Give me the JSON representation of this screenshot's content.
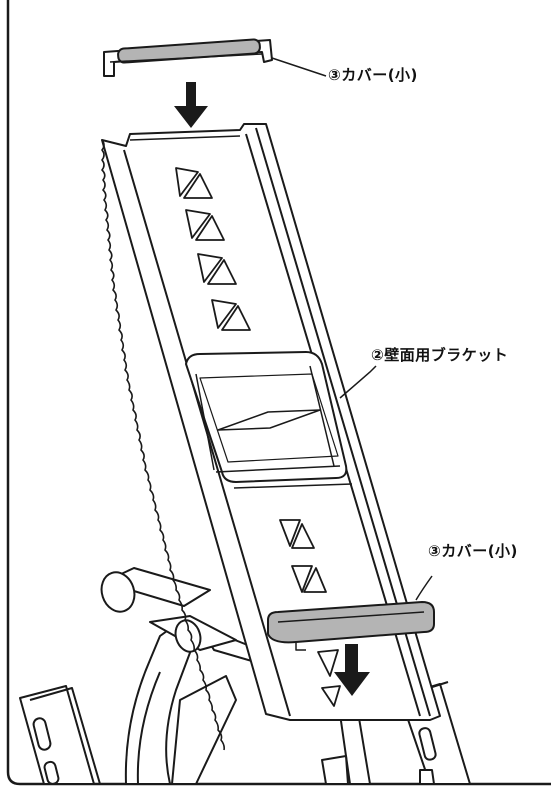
{
  "labels": {
    "cover_small_top": "③カバー(小)",
    "wall_bracket": "②壁面用ブラケット",
    "cover_small_bottom": "③カバー(小)"
  },
  "colors": {
    "line": "#1a1a1a",
    "cover_fill": "#b4b4b4",
    "paper": "#ffffff"
  },
  "icons": {
    "arrow_top": "down-arrow-icon",
    "arrow_bottom": "down-arrow-icon"
  }
}
